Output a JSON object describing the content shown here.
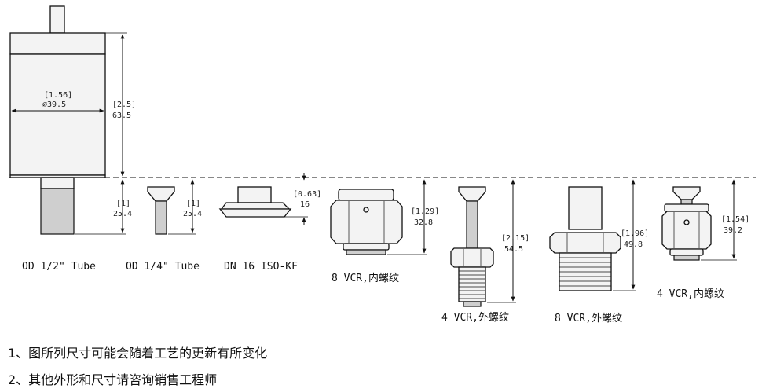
{
  "sensor": {
    "diameter_in": "[1.56]",
    "diameter_mm": "∅39.5",
    "height_in": "[2.5]",
    "height_mm": "63.5"
  },
  "fittings": [
    {
      "label": "OD 1/2\" Tube",
      "dim_in": "[1]",
      "dim_mm": "25.4"
    },
    {
      "label": "OD 1/4\" Tube",
      "dim_in": "[1]",
      "dim_mm": "25.4"
    },
    {
      "label": "DN 16 ISO-KF",
      "dim_in": "[0.63]",
      "dim_mm": "16"
    },
    {
      "label": "8 VCR,内螺纹",
      "dim_in": "[1.29]",
      "dim_mm": "32.8"
    },
    {
      "label": "4 VCR,外螺纹",
      "dim_in": "[2.15]",
      "dim_mm": "54.5"
    },
    {
      "label": "8 VCR,外螺纹",
      "dim_in": "[1.96]",
      "dim_mm": "49.8"
    },
    {
      "label": "4 VCR,内螺纹",
      "dim_in": "[1.54]",
      "dim_mm": "39.2"
    }
  ],
  "notes": [
    "1、图所列尺寸可能会随着工艺的更新有所变化",
    "2、其他外形和尺寸请咨询销售工程师"
  ]
}
